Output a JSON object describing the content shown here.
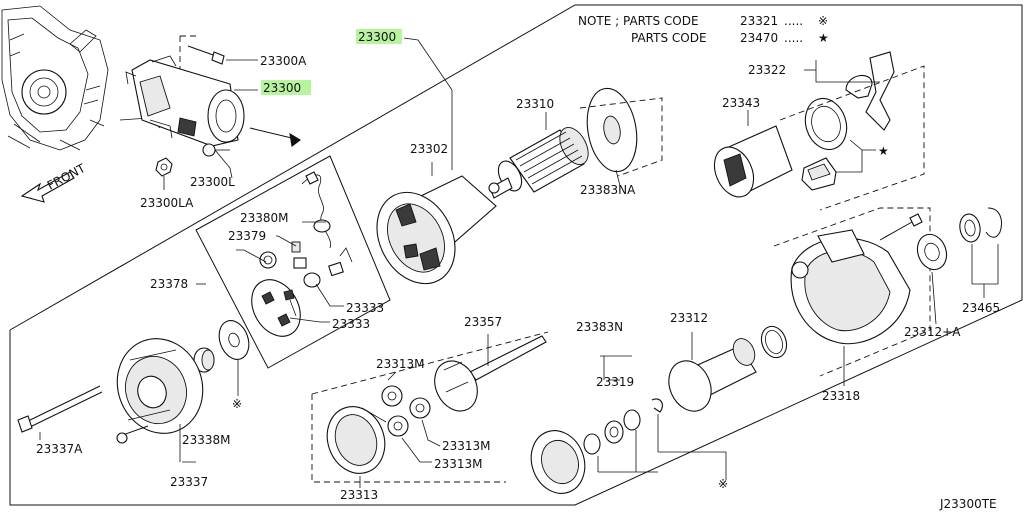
{
  "note": {
    "line1_prefix": "NOTE ; PARTS CODE",
    "line1_code": "23321",
    "line1_dots": ".....",
    "line1_symbol": "※",
    "line2_prefix": "PARTS CODE",
    "line2_code": "23470",
    "line2_dots": ".....",
    "line2_symbol": "★"
  },
  "direction_label": "FRONT",
  "diagram_code": "J23300TE",
  "highlight_color": "#b8f3a0",
  "parts": {
    "p23300_main": "23300",
    "p23300_top": "23300",
    "p23300A": "23300A",
    "p23300L": "23300L",
    "p23300LA": "23300LA",
    "p23302": "23302",
    "p23310": "23310",
    "p23383NA": "23383NA",
    "p23322": "23322",
    "p23343": "23343",
    "p23380M": "23380M",
    "p23379": "23379",
    "p23378": "23378",
    "p23333a": "23333",
    "p23333b": "23333",
    "p23357": "23357",
    "p23313M_a": "23313M",
    "p23313M_b": "23313M",
    "p23313M_c": "23313M",
    "p23313": "23313",
    "p23383N": "23383N",
    "p23319": "23319",
    "p23312": "23312",
    "p23312A": "23312+A",
    "p23318": "23318",
    "p23465": "23465",
    "p23337A": "23337A",
    "p23338M": "23338M",
    "p23337": "23337"
  },
  "marks": {
    "star": "★",
    "kome": "※"
  }
}
